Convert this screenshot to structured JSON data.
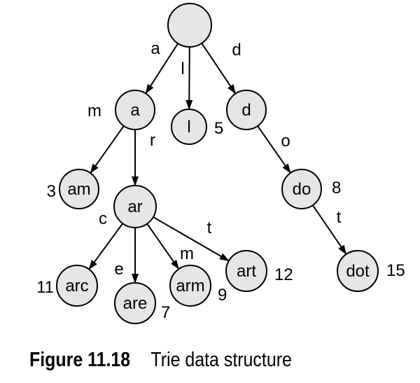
{
  "diagram": {
    "nodes": [
      {
        "id": "root",
        "label": ""
      },
      {
        "id": "a",
        "label": "a"
      },
      {
        "id": "l",
        "label": "l",
        "count": "5"
      },
      {
        "id": "d",
        "label": "d"
      },
      {
        "id": "am",
        "label": "am",
        "count": "3"
      },
      {
        "id": "ar",
        "label": "ar"
      },
      {
        "id": "do",
        "label": "do",
        "count": "8"
      },
      {
        "id": "arc",
        "label": "arc",
        "count": "11"
      },
      {
        "id": "are",
        "label": "are",
        "count": "7"
      },
      {
        "id": "arm",
        "label": "arm",
        "count": "9"
      },
      {
        "id": "art",
        "label": "art",
        "count": "12"
      },
      {
        "id": "dot",
        "label": "dot",
        "count": "15"
      }
    ],
    "edges": [
      {
        "from": "root",
        "to": "a",
        "label": "a"
      },
      {
        "from": "root",
        "to": "l",
        "label": "l"
      },
      {
        "from": "root",
        "to": "d",
        "label": "d"
      },
      {
        "from": "a",
        "to": "am",
        "label": "m"
      },
      {
        "from": "a",
        "to": "ar",
        "label": "r"
      },
      {
        "from": "d",
        "to": "do",
        "label": "o"
      },
      {
        "from": "ar",
        "to": "arc",
        "label": "c"
      },
      {
        "from": "ar",
        "to": "are",
        "label": "e"
      },
      {
        "from": "ar",
        "to": "arm",
        "label": "m"
      },
      {
        "from": "ar",
        "to": "art",
        "label": "t"
      },
      {
        "from": "do",
        "to": "dot",
        "label": "t"
      }
    ]
  },
  "caption": {
    "number": "Figure 11.18",
    "title": "Trie data structure"
  }
}
